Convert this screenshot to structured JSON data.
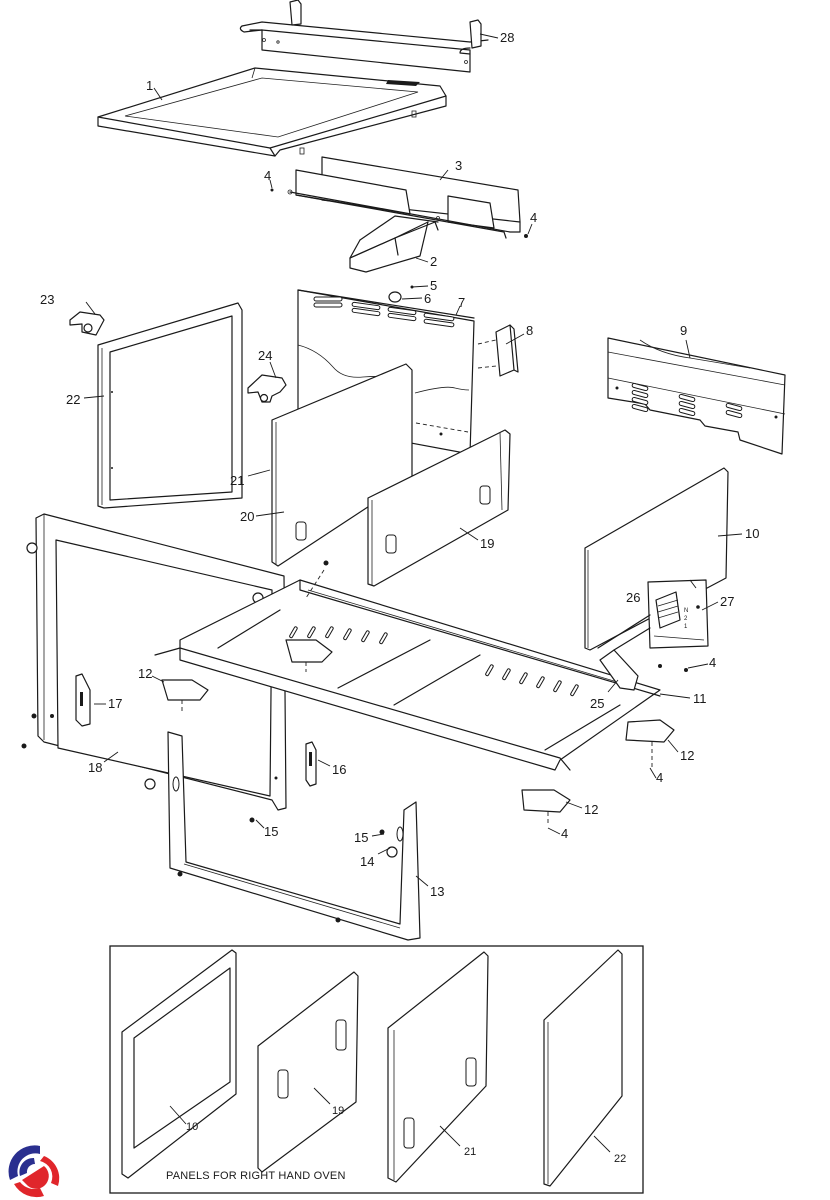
{
  "diagram": {
    "title": "Oven cavity exploded parts diagram",
    "parts": [
      {
        "id": "1"
      },
      {
        "id": "2"
      },
      {
        "id": "3"
      },
      {
        "id": "4"
      },
      {
        "id": "5"
      },
      {
        "id": "6"
      },
      {
        "id": "7"
      },
      {
        "id": "8"
      },
      {
        "id": "9"
      },
      {
        "id": "10"
      },
      {
        "id": "11"
      },
      {
        "id": "12"
      },
      {
        "id": "13"
      },
      {
        "id": "14"
      },
      {
        "id": "15"
      },
      {
        "id": "16"
      },
      {
        "id": "17"
      },
      {
        "id": "18"
      },
      {
        "id": "19"
      },
      {
        "id": "20"
      },
      {
        "id": "21"
      },
      {
        "id": "22"
      },
      {
        "id": "23"
      },
      {
        "id": "24"
      },
      {
        "id": "25"
      },
      {
        "id": "26"
      },
      {
        "id": "27"
      },
      {
        "id": "28"
      }
    ],
    "labels": {
      "p1": "1",
      "p2": "2",
      "p3": "3",
      "p4": "4",
      "p5": "5",
      "p6": "6",
      "p7": "7",
      "p8": "8",
      "p9": "9",
      "p10": "10",
      "p11": "11",
      "p12": "12",
      "p13": "13",
      "p14": "14",
      "p15": "15",
      "p16": "16",
      "p17": "17",
      "p18": "18",
      "p19": "19",
      "p20": "20",
      "p21": "21",
      "p22": "22",
      "p23": "23",
      "p24": "24",
      "p25": "25",
      "p26": "26",
      "p27": "27",
      "p28": "28"
    },
    "terminal_marks": {
      "n": "N",
      "two": "2",
      "one": "1"
    }
  },
  "inset": {
    "caption": "PANELS FOR RIGHT HAND OVEN",
    "labels": {
      "p10": "10",
      "p19": "19",
      "p21": "21",
      "p22": "22"
    }
  },
  "logo": {
    "name": "brand-swirl-logo",
    "colors": {
      "blue": "#2a2f8f",
      "red": "#e0262b"
    }
  }
}
